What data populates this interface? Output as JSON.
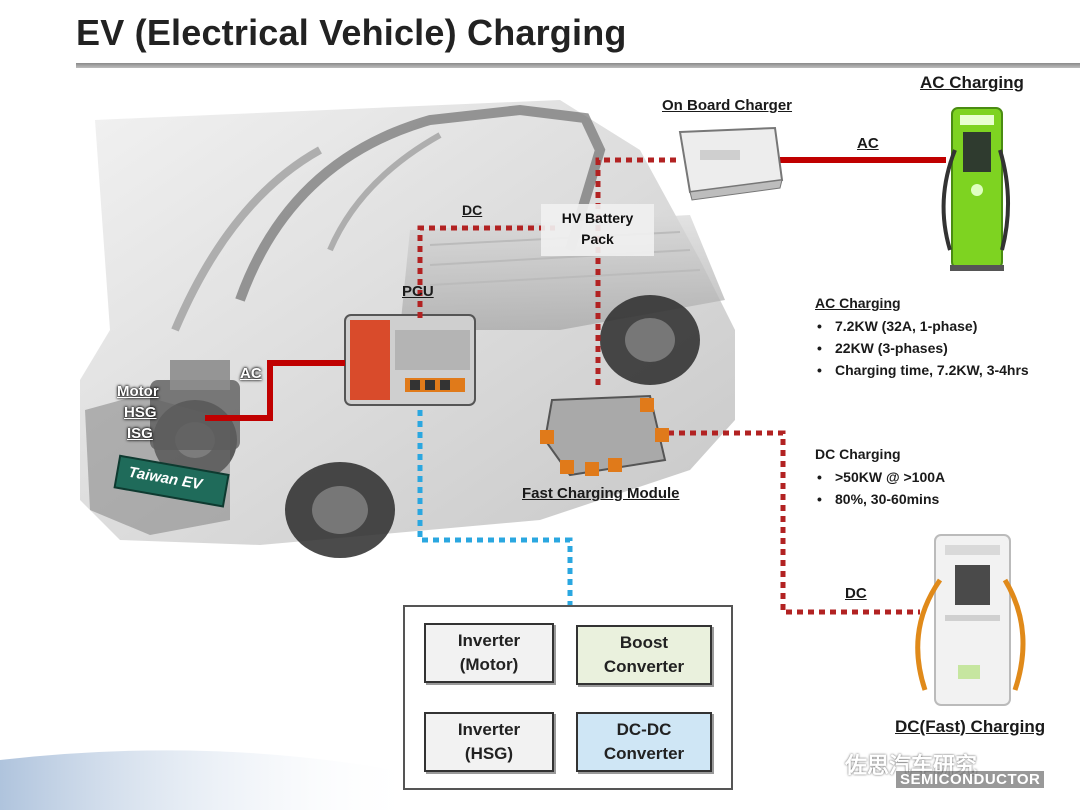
{
  "title": "EV (Electrical Vehicle) Charging",
  "labels": {
    "on_board_charger": "On Board Charger",
    "ac_charging_title": "AC Charging",
    "ac_link": "AC",
    "dc_link_top": "DC",
    "hv_battery_line1": "HV Battery",
    "hv_battery_line2": "Pack",
    "pcu": "PCU",
    "ac_motor": "AC",
    "motor": "Motor",
    "hsg": "HSG",
    "isg": "ISG",
    "taiwan_ev": "Taiwan EV",
    "fast_charging_module": "Fast Charging Module",
    "dc_link_bottom": "DC",
    "dc_fast_charging_title": "DC(Fast) Charging"
  },
  "ac_specs": {
    "heading": "AC Charging",
    "items": [
      "7.2KW (32A, 1-phase)",
      "22KW (3-phases)",
      "Charging time, 7.2KW, 3-4hrs"
    ]
  },
  "dc_specs": {
    "heading": "DC Charging",
    "items": [
      ">50KW @ >100A",
      "80%, 30-60mins"
    ]
  },
  "pcu_blocks": {
    "inverter_motor_1": "Inverter",
    "inverter_motor_2": "(Motor)",
    "boost_1": "Boost",
    "boost_2": "Converter",
    "inverter_hsg_1": "Inverter",
    "inverter_hsg_2": "(HSG)",
    "dcdc_1": "DC-DC",
    "dcdc_2": "Converter"
  },
  "watermark": {
    "chinese": "佐思汽车研究",
    "brand": "SEMICONDUCTOR"
  },
  "colors": {
    "ac_line": "#c00000",
    "dc_line": "#b22222",
    "pcu_line": "#2aa7e0",
    "block_blue": "#cfe6f5",
    "block_green": "#eaf1dd",
    "charger_green": "#7ed321"
  }
}
